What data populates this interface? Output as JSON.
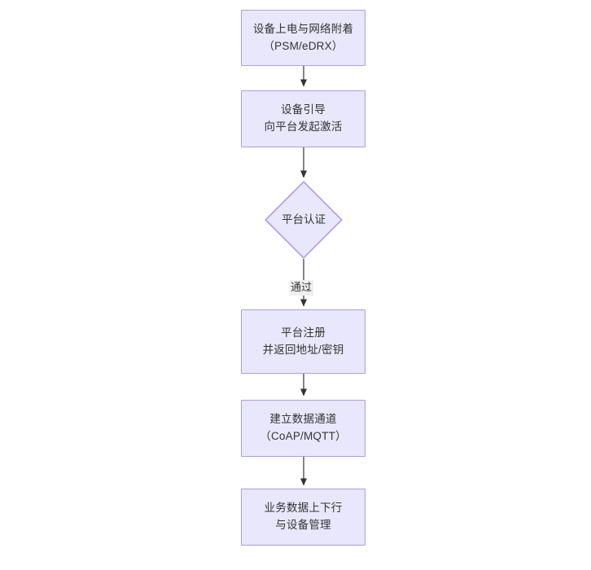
{
  "diagram": {
    "type": "flowchart",
    "orientation": "top-to-bottom",
    "background_color": "#ffffff",
    "node_fill_color": "#e9e7fb",
    "node_border_color": "#b09ae4",
    "text_color": "#333333",
    "edge_color": "#333333",
    "edge_label_background": "#f0f0f0",
    "nodes": [
      {
        "id": "power-on",
        "shape": "rectangle",
        "lines": [
          "设备上电与网络附着",
          "（PSM/eDRX）"
        ]
      },
      {
        "id": "bootstrap",
        "shape": "rectangle",
        "lines": [
          "设备引导",
          "向平台发起激活"
        ]
      },
      {
        "id": "platform-auth",
        "shape": "diamond",
        "lines": [
          "平台认证"
        ]
      },
      {
        "id": "platform-register",
        "shape": "rectangle",
        "lines": [
          "平台注册",
          "并返回地址/密钥"
        ]
      },
      {
        "id": "data-channel",
        "shape": "rectangle",
        "lines": [
          "建立数据通道",
          "（CoAP/MQTT）"
        ]
      },
      {
        "id": "business-data",
        "shape": "rectangle",
        "lines": [
          "业务数据上下行",
          "与设备管理"
        ]
      }
    ],
    "edges": [
      {
        "id": "e1",
        "from": "power-on",
        "to": "bootstrap",
        "label": ""
      },
      {
        "id": "e2",
        "from": "bootstrap",
        "to": "platform-auth",
        "label": ""
      },
      {
        "id": "e3",
        "from": "platform-auth",
        "to": "platform-register",
        "label": "通过"
      },
      {
        "id": "e4",
        "from": "platform-register",
        "to": "data-channel",
        "label": ""
      },
      {
        "id": "e5",
        "from": "data-channel",
        "to": "business-data",
        "label": ""
      }
    ]
  }
}
